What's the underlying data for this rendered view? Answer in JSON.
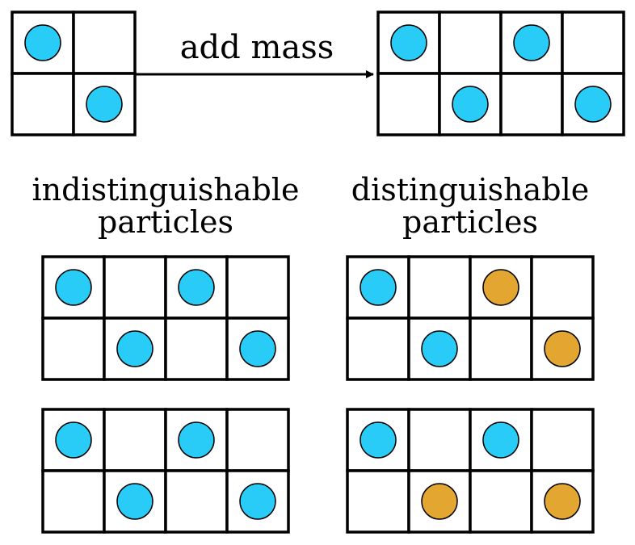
{
  "arrow_label": "add mass",
  "left_heading": [
    "indistinguishable",
    "particles"
  ],
  "right_heading": [
    "distinguishable",
    "particles"
  ],
  "colors": {
    "blue": "#29CCF6",
    "orange": "#E3A631",
    "grid_line": "#000000",
    "background": "#FFFFFF"
  },
  "grids": [
    {
      "id": "small-grid",
      "rows": 2,
      "cols": 2,
      "particles": [
        {
          "row": 0,
          "col": 0,
          "color": "blue"
        },
        {
          "row": 1,
          "col": 1,
          "color": "blue"
        }
      ]
    },
    {
      "id": "large-grid",
      "rows": 2,
      "cols": 4,
      "particles": [
        {
          "row": 0,
          "col": 0,
          "color": "blue"
        },
        {
          "row": 0,
          "col": 2,
          "color": "blue"
        },
        {
          "row": 1,
          "col": 1,
          "color": "blue"
        },
        {
          "row": 1,
          "col": 3,
          "color": "blue"
        }
      ]
    },
    {
      "id": "indist-grid-1",
      "rows": 2,
      "cols": 4,
      "particles": [
        {
          "row": 0,
          "col": 0,
          "color": "blue"
        },
        {
          "row": 0,
          "col": 2,
          "color": "blue"
        },
        {
          "row": 1,
          "col": 1,
          "color": "blue"
        },
        {
          "row": 1,
          "col": 3,
          "color": "blue"
        }
      ]
    },
    {
      "id": "indist-grid-2",
      "rows": 2,
      "cols": 4,
      "particles": [
        {
          "row": 0,
          "col": 0,
          "color": "blue"
        },
        {
          "row": 0,
          "col": 2,
          "color": "blue"
        },
        {
          "row": 1,
          "col": 1,
          "color": "blue"
        },
        {
          "row": 1,
          "col": 3,
          "color": "blue"
        }
      ]
    },
    {
      "id": "dist-grid-1",
      "rows": 2,
      "cols": 4,
      "particles": [
        {
          "row": 0,
          "col": 0,
          "color": "blue"
        },
        {
          "row": 0,
          "col": 2,
          "color": "orange"
        },
        {
          "row": 1,
          "col": 1,
          "color": "blue"
        },
        {
          "row": 1,
          "col": 3,
          "color": "orange"
        }
      ]
    },
    {
      "id": "dist-grid-2",
      "rows": 2,
      "cols": 4,
      "particles": [
        {
          "row": 0,
          "col": 0,
          "color": "blue"
        },
        {
          "row": 0,
          "col": 2,
          "color": "blue"
        },
        {
          "row": 1,
          "col": 1,
          "color": "orange"
        },
        {
          "row": 1,
          "col": 3,
          "color": "orange"
        }
      ]
    }
  ]
}
